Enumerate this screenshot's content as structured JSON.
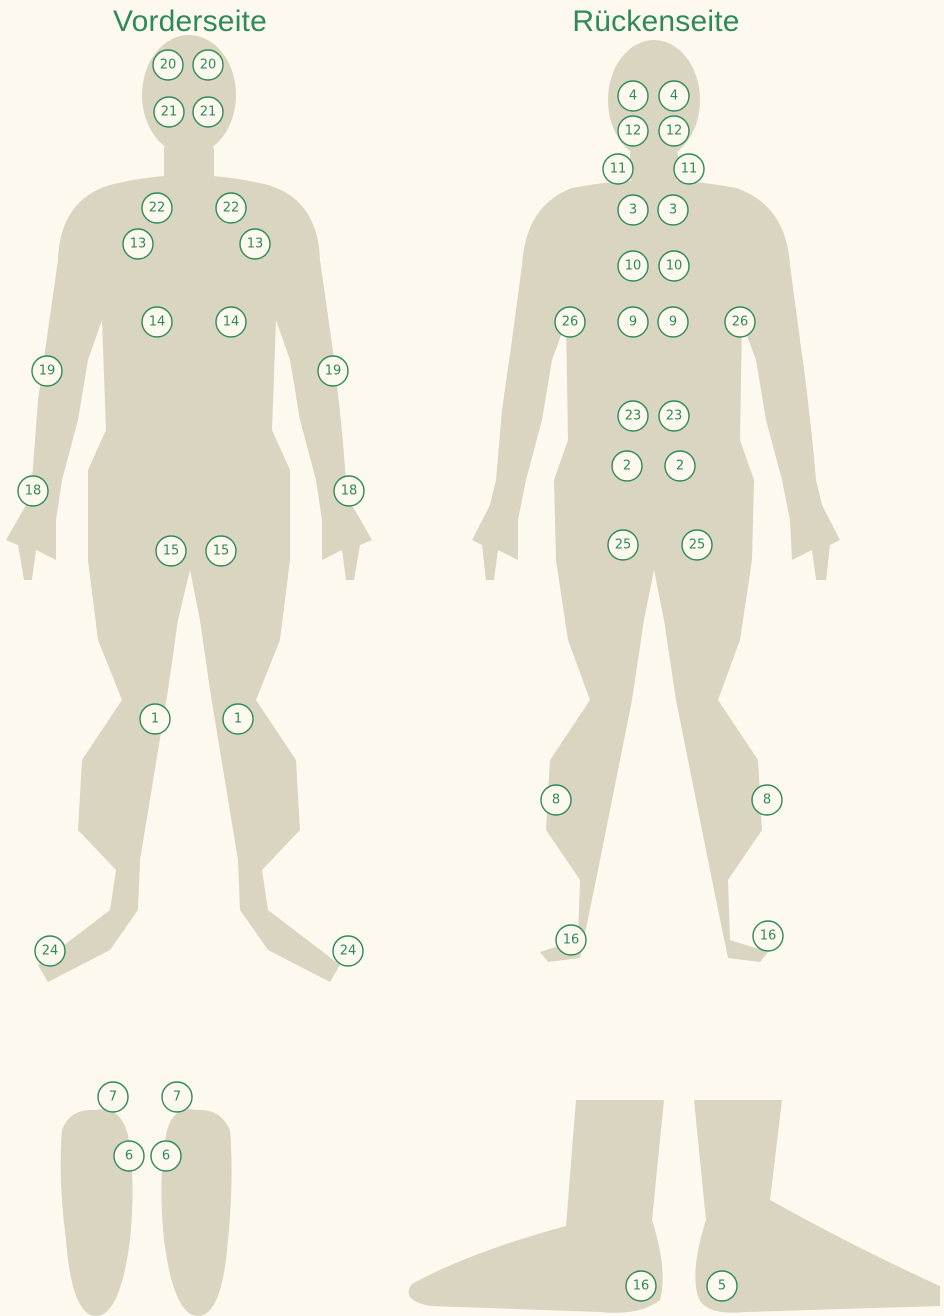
{
  "titles": {
    "front": "Vorderseite",
    "back": "Rückenseite"
  },
  "colors": {
    "background": "#fdf9ee",
    "silhouette": "#d9d5c1",
    "accent": "#2e8b57"
  },
  "points": {
    "front": [
      "20",
      "20",
      "21",
      "21",
      "22",
      "22",
      "13",
      "13",
      "14",
      "14",
      "19",
      "19",
      "18",
      "18",
      "15",
      "15",
      "1",
      "1",
      "24",
      "24"
    ],
    "back": [
      "4",
      "4",
      "12",
      "12",
      "11",
      "11",
      "3",
      "3",
      "10",
      "10",
      "26",
      "9",
      "9",
      "26",
      "23",
      "23",
      "2",
      "2",
      "25",
      "25",
      "8",
      "8",
      "16",
      "16"
    ],
    "soles": [
      "7",
      "7",
      "6",
      "6"
    ],
    "feet_side": [
      "16",
      "5"
    ]
  }
}
